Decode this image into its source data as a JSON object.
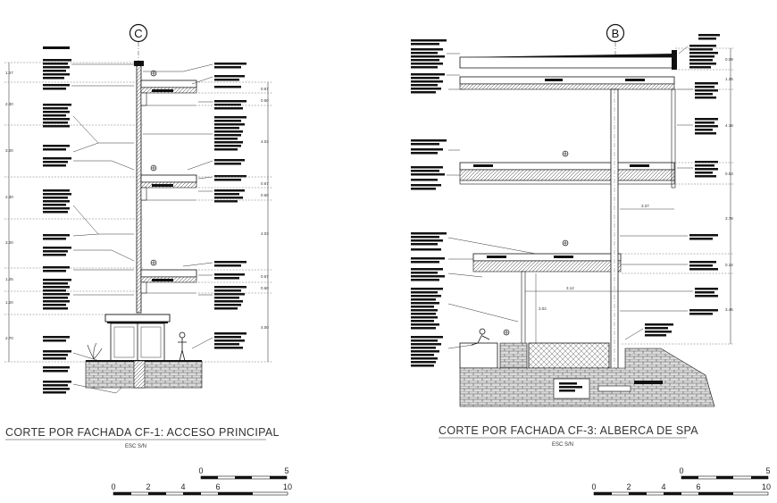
{
  "sections": [
    {
      "axis": "C",
      "title": "CORTE POR FACHADA CF-1: ACCESO PRINCIPAL",
      "scale_note": "ESC S/N",
      "left_dims": [
        "1.07",
        "2.30",
        "3.00",
        "2.30",
        "3.00",
        "1.25",
        "1.20",
        "2.70"
      ],
      "right_dims": [
        "0.67",
        "0.60",
        "4.03",
        "0.67",
        "0.60",
        "4.03",
        "0.67",
        "0.60",
        "4.00"
      ]
    },
    {
      "axis": "B",
      "title": "CORTE POR FACHADA CF-3: ALBERCA DE SPA",
      "scale_note": "ESC S/N",
      "right_dims": [
        "0.09",
        "1.25",
        "4.18",
        "0.53",
        "3.78",
        "0.14",
        "3.46"
      ],
      "inner_dims": [
        "3.37",
        "3.12",
        "3.02"
      ]
    }
  ],
  "scales": [
    {
      "top": [
        "0",
        "5"
      ],
      "bottom": [
        "0",
        "2",
        "4",
        "6",
        "10"
      ]
    },
    {
      "top": [
        "0",
        "5"
      ],
      "bottom": [
        "0",
        "2",
        "4",
        "6",
        "10"
      ]
    }
  ]
}
